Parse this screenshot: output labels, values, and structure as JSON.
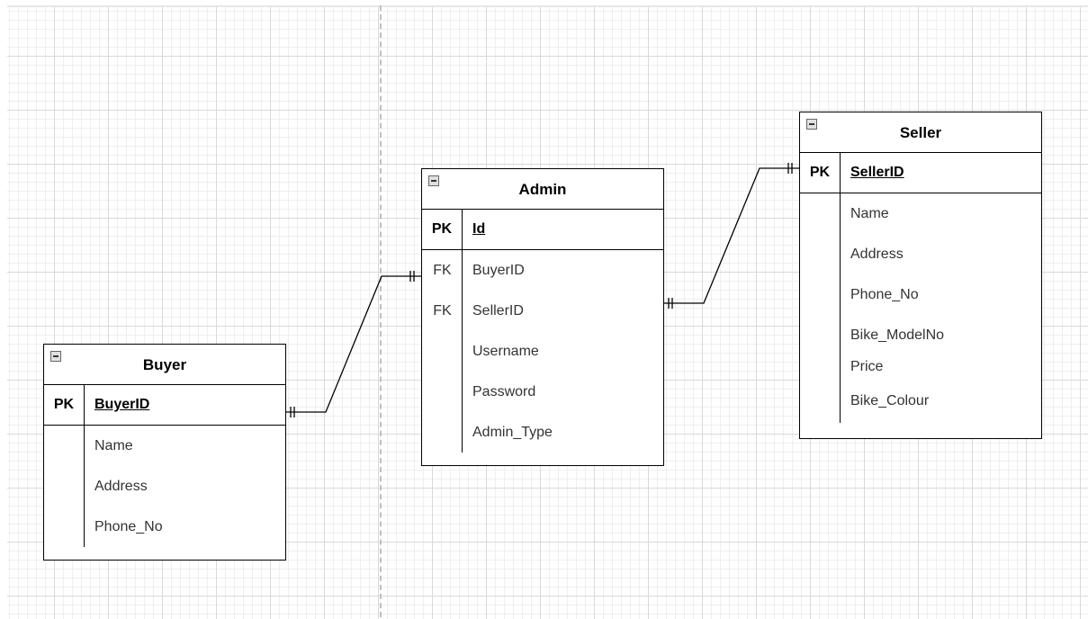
{
  "diagram": {
    "entities": {
      "buyer": {
        "title": "Buyer",
        "pk": {
          "key": "PK",
          "field": "BuyerID"
        },
        "attributes": [
          {
            "key": "",
            "name": "Name"
          },
          {
            "key": "",
            "name": "Address"
          },
          {
            "key": "",
            "name": "Phone_No"
          }
        ]
      },
      "admin": {
        "title": "Admin",
        "pk": {
          "key": "PK",
          "field": "Id"
        },
        "attributes": [
          {
            "key": "FK",
            "name": "BuyerID"
          },
          {
            "key": "FK",
            "name": "SellerID"
          },
          {
            "key": "",
            "name": "Username"
          },
          {
            "key": "",
            "name": "Password"
          },
          {
            "key": "",
            "name": "Admin_Type"
          }
        ]
      },
      "seller": {
        "title": "Seller",
        "pk": {
          "key": "PK",
          "field": "SellerID"
        },
        "attributes": [
          {
            "key": "",
            "name": "Name"
          },
          {
            "key": "",
            "name": "Address"
          },
          {
            "key": "",
            "name": "Phone_No"
          },
          {
            "key": "",
            "name": "Bike_ModelNo"
          },
          {
            "key": "",
            "name": "Price"
          },
          {
            "key": "",
            "name": "Bike_Colour"
          }
        ]
      }
    },
    "relationships": [
      {
        "from": "Buyer",
        "to": "Admin",
        "from_end": "one-and-only-one",
        "to_end": "one-and-only-one"
      },
      {
        "from": "Admin",
        "to": "Seller",
        "from_end": "one-and-only-one",
        "to_end": "one-and-only-one"
      }
    ],
    "colors": {
      "border": "#000000",
      "text": "#333333",
      "grid": "#d9d9d9",
      "background": "#ffffff"
    }
  }
}
